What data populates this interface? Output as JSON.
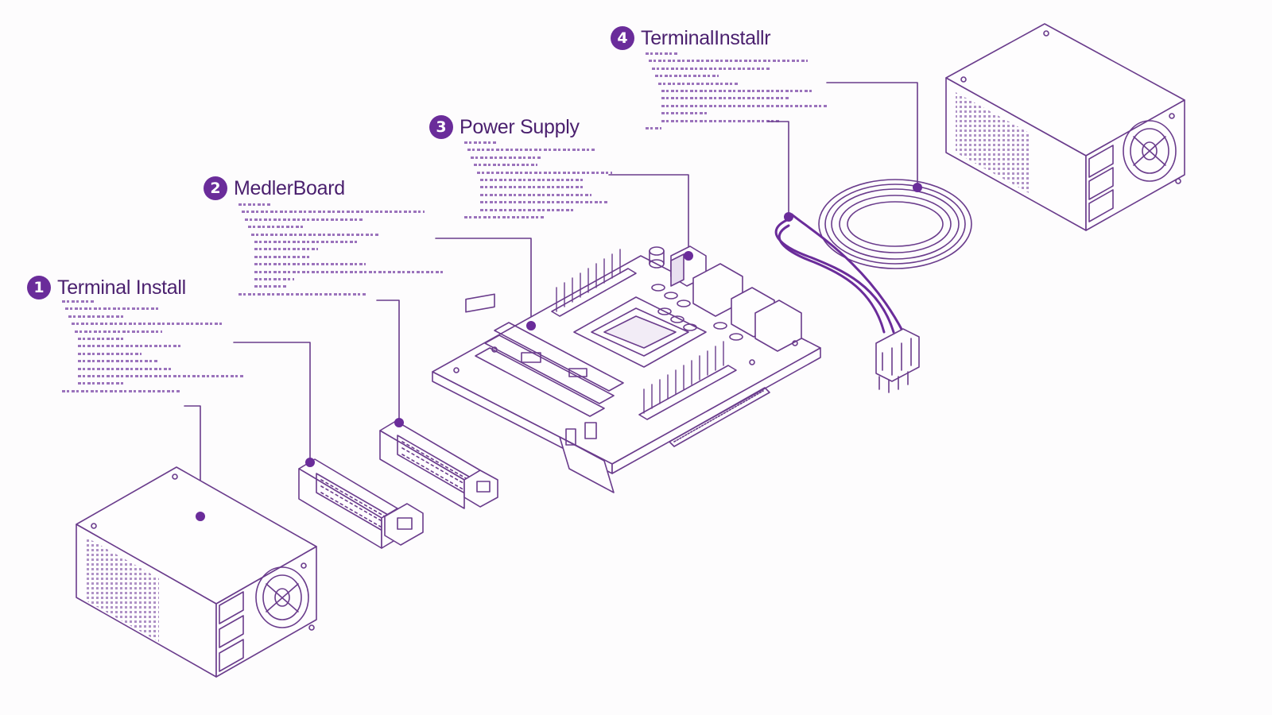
{
  "colors": {
    "accent": "#6a2c9a",
    "line": "#6a3c8c",
    "background": "#fdfcfd"
  },
  "steps": [
    {
      "number": "1",
      "title": "Terminal Install"
    },
    {
      "number": "2",
      "title": "MedlerBoard"
    },
    {
      "number": "3",
      "title": "Power Supply"
    },
    {
      "number": "4",
      "title": "TerminalInstallr"
    }
  ],
  "icons": [
    "power-supply-unit-icon",
    "db-connector-icon",
    "motherboard-icon",
    "power-cable-icon"
  ]
}
